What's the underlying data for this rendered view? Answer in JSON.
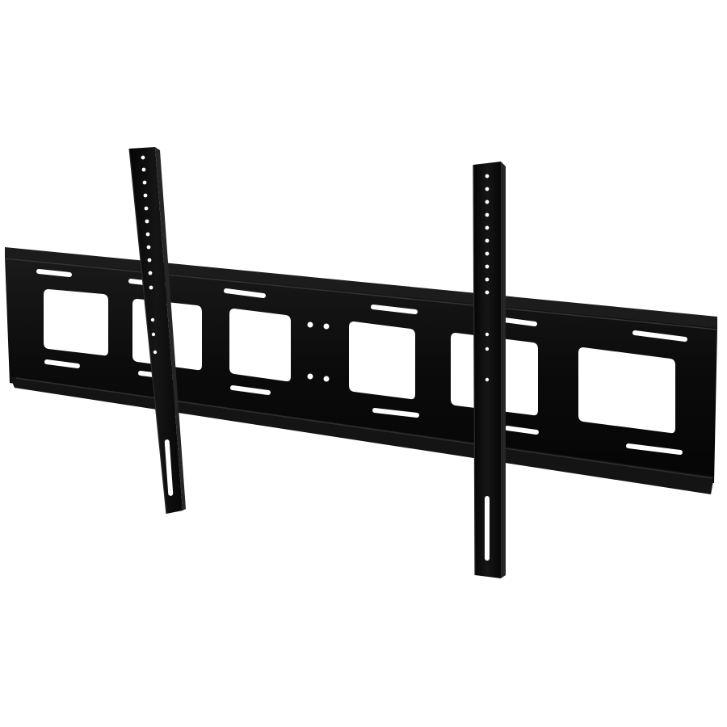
{
  "image": {
    "subject": "tv-wall-mount-bracket",
    "background_color": "#ffffff",
    "metal_color": "#0c0c0c",
    "edge_color": "#2a2a2a",
    "highlight_color": "#3a3a3a",
    "cutout_color": "#ffffff",
    "vertical_arm_count": 2,
    "window_cutout_count": 6
  }
}
